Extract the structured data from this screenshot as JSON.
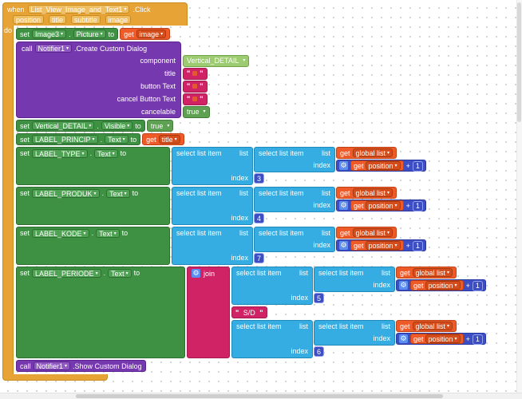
{
  "icons": {
    "caret": "▾",
    "gear": "⚙"
  },
  "labels": {
    "when": "when",
    "do": "do",
    "set": "set",
    "to": "to",
    "dot": ".",
    "call": "call",
    "get": "get",
    "select": "select list item",
    "list": "list",
    "index": "index",
    "plus": "+",
    "join": "join",
    "quote": "\""
  },
  "when_block": {
    "component": "List_View_Image_and_Text1",
    "event": ".Click",
    "params": [
      "position",
      "title",
      "subtitle",
      "image"
    ]
  },
  "statements": {
    "set_image_picture": {
      "component": "Image3",
      "property": "Picture",
      "value_variable": "image"
    },
    "create_custom_dialog": {
      "component": "Notifier1",
      "method": ".Create Custom Dialog",
      "args": {
        "component_label": "component",
        "component_value": "Vertical_DETAIL",
        "title_label": "title",
        "button_text_label": "button Text",
        "cancel_button_text_label": "cancel Button Text",
        "cancelable_label": "cancelable",
        "cancelable_value": "true"
      }
    },
    "set_vertical_detail_visible": {
      "component": "Vertical_DETAIL",
      "property": "Visible",
      "value": "true"
    },
    "set_label_princip": {
      "component": "LABEL_PRINCIP",
      "property": "Text",
      "value_variable": "title"
    },
    "set_label_type": {
      "component": "LABEL_TYPE",
      "property": "Text",
      "outer_index": "3"
    },
    "set_label_produk": {
      "component": "LABEL_PRODUK",
      "property": "Text",
      "outer_index": "4"
    },
    "set_label_kode": {
      "component": "LABEL_KODE",
      "property": "Text",
      "outer_index": "7"
    },
    "set_label_periode": {
      "component": "LABEL_PERIODE",
      "property": "Text",
      "separator_text": " S/D ",
      "first_index": "5",
      "second_index": "6"
    },
    "show_custom_dialog": {
      "component": "Notifier1",
      "method": ".Show Custom Dialog"
    }
  },
  "select_expression": {
    "list_variable": "global list",
    "position_variable": "position",
    "increment": "1"
  },
  "colors": {
    "event": "#E7A335",
    "setter": "#3E9142",
    "procedure": "#7638AE",
    "variable": "#EF5A29",
    "list": "#35ADE2",
    "math": "#3C4EC2",
    "text": "#D02366",
    "logic": "#5FA153",
    "component": "#9CCB72"
  }
}
